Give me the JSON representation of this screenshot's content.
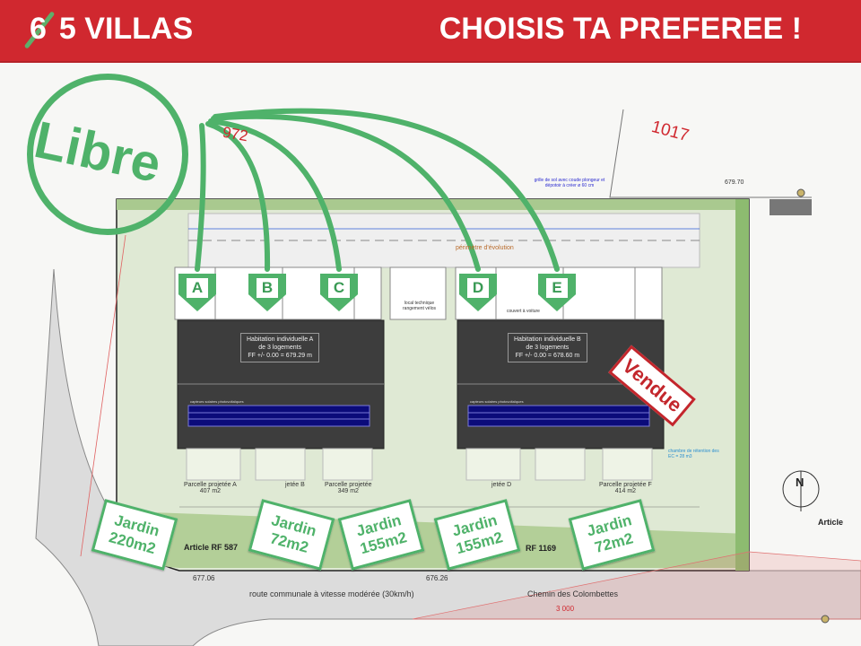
{
  "header": {
    "old_count": "6",
    "title_left": "5 VILLAS",
    "title_right": "CHOISIS TA PREFEREE !"
  },
  "colors": {
    "header_red": "#d0282f",
    "accent_green": "#4fb26a",
    "sold_red": "#c3262c"
  },
  "stamps": {
    "libre": "Libre",
    "vendue": "Vendue"
  },
  "villas": [
    {
      "letter": "A"
    },
    {
      "letter": "B"
    },
    {
      "letter": "C"
    },
    {
      "letter": "D"
    },
    {
      "letter": "E"
    }
  ],
  "gardens": [
    {
      "line1": "Jardin",
      "line2": "220m2"
    },
    {
      "line1": "Jardin",
      "line2": "72m2"
    },
    {
      "line1": "Jardin",
      "line2": "155m2"
    },
    {
      "line1": "Jardin",
      "line2": "155m2"
    },
    {
      "line1": "Jardin",
      "line2": "72m2"
    }
  ],
  "buildings": [
    {
      "line1": "Habitation individuelle A",
      "line2": "de 3 logements",
      "line3": "FF +/- 0.00 = 679.29 m",
      "panels": "capteurs solaires photovoltaïques"
    },
    {
      "line1": "Habitation individuelle B",
      "line2": "de 3 logements",
      "line3": "FF +/- 0.00 = 678.60 m",
      "panels": "capteurs solaires photovoltaïques"
    }
  ],
  "plan": {
    "parcel_972": "972",
    "parcel_1017": "1017",
    "elev_top": "679.70",
    "elev_1": "677.06",
    "elev_2": "676.26",
    "article_587": "Article RF 587",
    "article_1169": "RF 1169",
    "article_right": "Article",
    "road": "route communale à vitesse modérée (30km/h)",
    "chemin": "Chemin des Colombettes",
    "dim_3000": "3 000",
    "north": "N",
    "parcelle_a": "Parcelle projetée A",
    "parcelle_a_area": "407 m2",
    "parcelle_b": "jetée B",
    "parcelle_c": "Parcelle projetée",
    "parcelle_c_area": "349 m2",
    "parcelle_d": "jetée D",
    "parcelle_f": "Parcelle projetée F",
    "parcelle_f_area": "414 m2",
    "local_tech": "local technique rangement vélos",
    "perimetre": "périmètre d'évolution",
    "couvert": "couvert à voiture",
    "grille": "grille de sol avec coude plongeur et dépotoir à créer ø 60 cm",
    "chambre": "chambre de rétention des EC = 28 m3"
  }
}
